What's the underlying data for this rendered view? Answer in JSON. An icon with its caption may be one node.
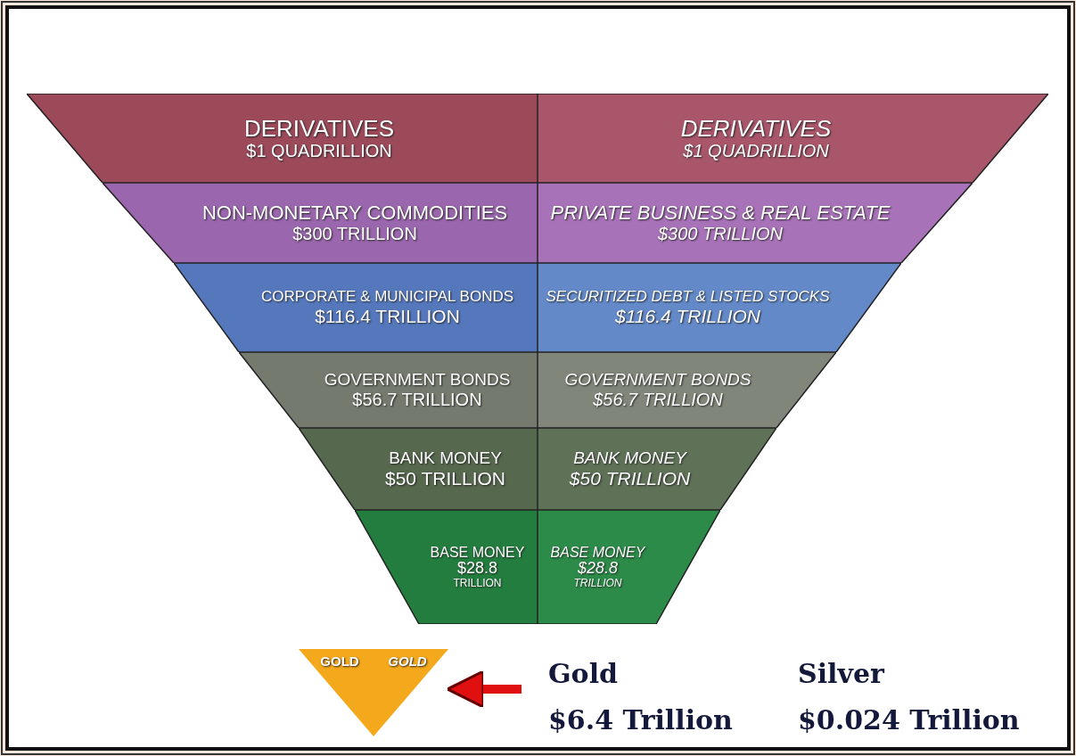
{
  "diagram": {
    "nodes": [
      {
        "text": [
          "DERIVATIVES",
          "$1 QUADRILLION"
        ]
      },
      {
        "text": [
          "DERIVATIVES",
          "$1 QUADRILLION"
        ]
      },
      {
        "text": [
          "NON-MONETARY COMMODITIES",
          "$300 TRILLION"
        ]
      },
      {
        "text": [
          "PRIVATE BUSINESS & REAL ESTATE",
          "$300 TRILLION"
        ]
      },
      {
        "text": [
          "CORPORATE & MUNICIPAL BONDS",
          "$116.4 TRILLION"
        ]
      },
      {
        "text": [
          "SECURITIZED DEBT & LISTED STOCKS",
          "$116.4 TRILLION"
        ]
      },
      {
        "text": [
          "GOVERNMENT BONDS",
          "$56.7 TRILLION"
        ]
      },
      {
        "text": [
          "GOVERNMENT BONDS",
          "$56.7 TRILLION"
        ]
      },
      {
        "text": [
          "BANK MONEY",
          "$50 TRILLION"
        ]
      },
      {
        "text": [
          "BANK MONEY",
          "$50 TRILLION"
        ]
      },
      {
        "text": [
          "BASE MONEY",
          "$28.8",
          "TRILLION"
        ]
      },
      {
        "text": [
          "BASE MONEY",
          "$28.8",
          "TRILLION"
        ]
      },
      {
        "text": [
          "GOLD",
          "GOLD"
        ]
      }
    ],
    "edges": [
      {
        "from": null,
        "to": 12,
        "arrow": "to",
        "color": "#e01010"
      }
    ],
    "labels": [
      "Gold",
      "Silver",
      "$6.4 Trillion",
      "$0.024 Trillion"
    ]
  }
}
